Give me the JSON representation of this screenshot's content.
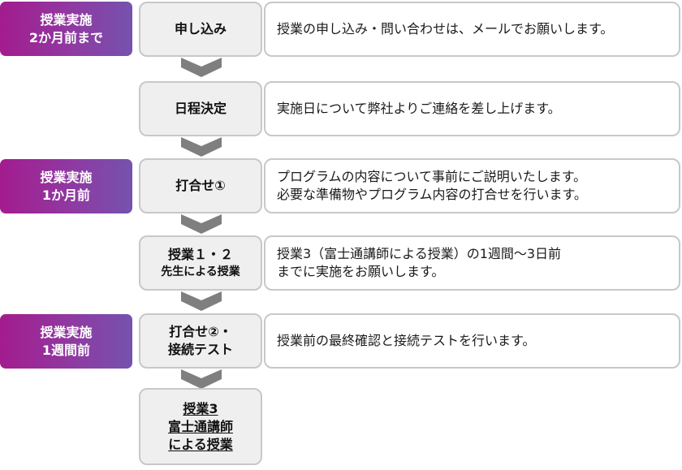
{
  "colors": {
    "label_gradient_start": "#a31c8e",
    "label_gradient_end": "#7552ae",
    "step_fill": "#efefef",
    "box_border": "#c8c8c8",
    "arrow": "#7f7f7f"
  },
  "timing_labels": [
    {
      "line1": "授業実施",
      "line2": "2か月前まで"
    },
    {
      "line1": "授業実施",
      "line2": "1か月前"
    },
    {
      "line1": "授業実施",
      "line2": "1週間前"
    }
  ],
  "steps": [
    {
      "title": "申し込み",
      "description": [
        "授業の申し込み・問い合わせは、メールでお願いします。"
      ]
    },
    {
      "title": "日程決定",
      "description": [
        "実施日について弊社よりご連絡を差し上げます。"
      ]
    },
    {
      "title": "打合せ①",
      "description": [
        "プログラムの内容について事前にご説明いたします。",
        "必要な準備物やプログラム内容の打合せを行います。"
      ]
    },
    {
      "title": "授業１・２",
      "subtitle": "先生による授業",
      "description": [
        "授業3（富士通講師による授業）の1週間～3日前",
        "までに実施をお願いします。"
      ]
    },
    {
      "title": "打合せ②・",
      "subtitle": "接続テスト",
      "description": [
        "授業前の最終確認と接続テストを行います。"
      ]
    },
    {
      "lines": [
        "授業3",
        "富士通講師",
        "による授業"
      ]
    }
  ]
}
